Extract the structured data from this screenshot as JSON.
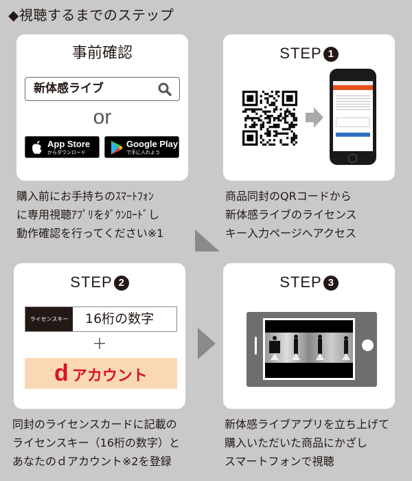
{
  "title": "◆視聴するまでのステップ",
  "precheck": {
    "heading": "事前確認",
    "search_value": "新体感ライブ",
    "or": "or",
    "app_store": {
      "main": "App Store",
      "sub": "からダウンロード"
    },
    "google_play": {
      "main": "Google Play",
      "sub": "で手に入れよう"
    },
    "caption": [
      "購入前にお手持ちのｽﾏｰﾄﾌｫﾝ",
      "に専用視聴ｱﾌﾟﾘをﾀﾞｳﾝﾛｰﾄﾞし",
      "動作確認を行ってください※1"
    ]
  },
  "step1": {
    "label": "STEP",
    "num": "1",
    "caption": [
      "商品同封のQRコードから",
      "新体感ライブのライセンス",
      "キー入力ページへアクセス"
    ]
  },
  "step2": {
    "label": "STEP",
    "num": "2",
    "license_label": "ライセンスキー",
    "license_value": "16桁の数字",
    "plus": "＋",
    "d_letter": "d",
    "d_account": "アカウント",
    "caption": [
      "同封のライセンスカードに記載の",
      "ライセンスキー（16桁の数字）と",
      "あなたのｄアカウント※2を登録"
    ]
  },
  "step3": {
    "label": "STEP",
    "num": "3",
    "caption": [
      "新体感ライブアプリを立ち上げて",
      "購入いただいた商品にかざし",
      "スマートフォンで視聴"
    ]
  },
  "colors": {
    "background": "#c9c9c9",
    "d_red": "#d7132b",
    "d_bg": "#fbd8b5",
    "arrow": "#8a8a8a"
  }
}
